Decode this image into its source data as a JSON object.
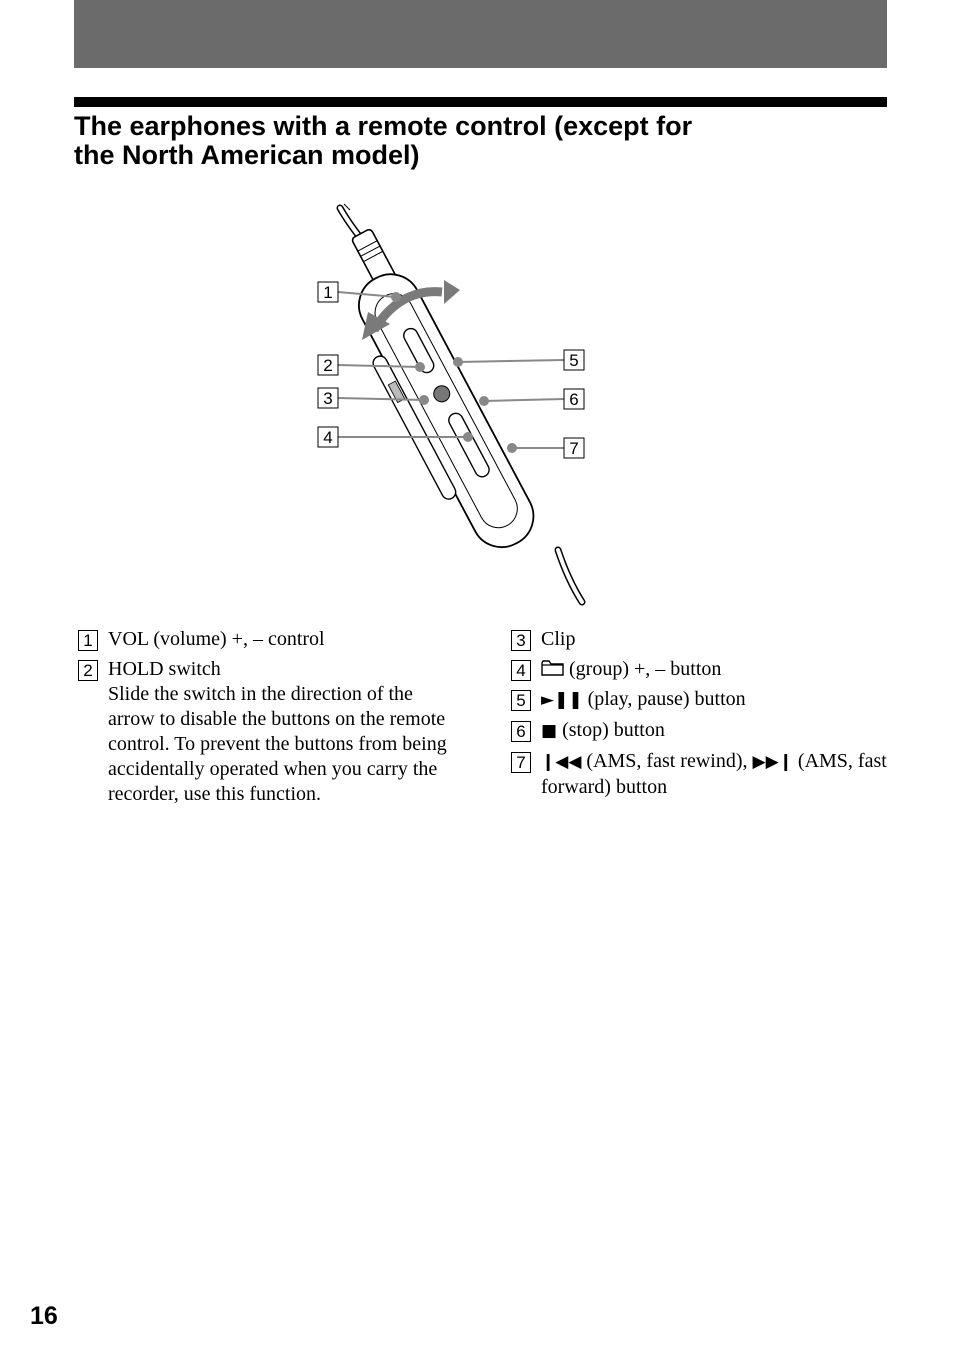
{
  "header": {
    "title_line1": "The earphones with a remote control (except for",
    "title_line2": "the North American model)"
  },
  "figure": {
    "callouts": [
      "1",
      "2",
      "3",
      "4",
      "5",
      "6",
      "7"
    ]
  },
  "items": [
    {
      "num": "1",
      "label": "VOL (volume) +, – control"
    },
    {
      "num": "2",
      "label": "HOLD switch",
      "desc": "Slide the switch in the direction of the arrow to disable the buttons on the remote control. To prevent the buttons from being accidentally operated when you carry the recorder, use this function."
    },
    {
      "num": "3",
      "label": "Clip"
    },
    {
      "num": "4",
      "label": "(group) +, – button",
      "icon": "folder-icon"
    },
    {
      "num": "5",
      "icon_glyph": "►❚❚",
      "label": "(play, pause) button"
    },
    {
      "num": "6",
      "icon_glyph": "■",
      "label": "(stop) button"
    },
    {
      "num": "7",
      "icon_glyph1": "❙◀◀",
      "text1": "(AMS, fast rewind),",
      "icon_glyph2": "▶▶❙",
      "text2": "(AMS, fast forward) button"
    }
  ],
  "page_number": "16"
}
